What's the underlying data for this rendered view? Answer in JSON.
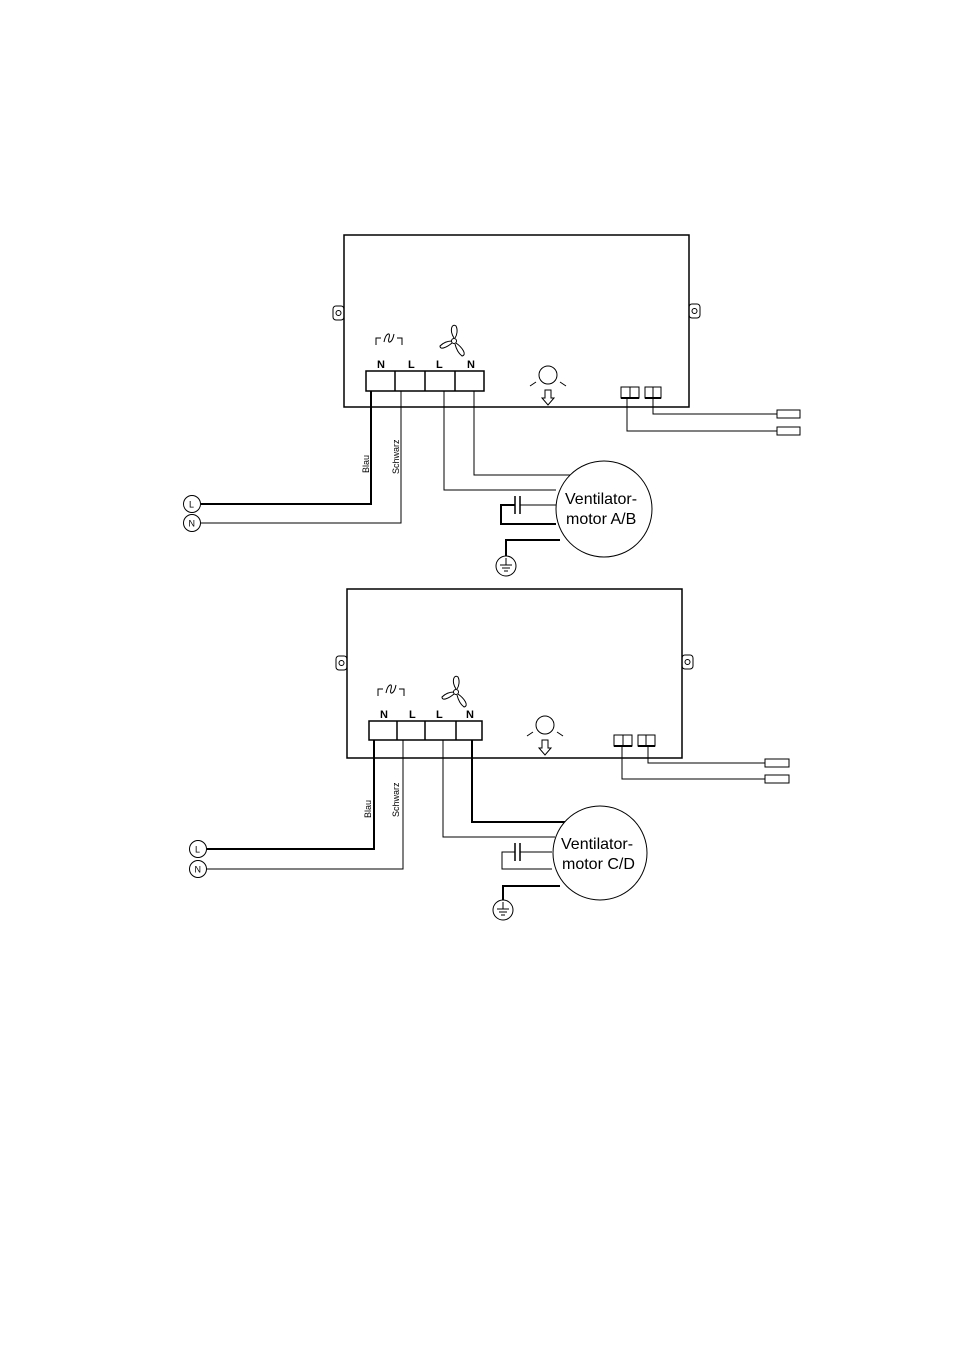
{
  "diagrams": [
    {
      "terminals": [
        "N",
        "L",
        "L",
        "N"
      ],
      "wire_blue": "Blau",
      "wire_black": "Schwarz",
      "supply_l": "L",
      "supply_n": "N",
      "motor_line1": "Ventilator-",
      "motor_line2": "motor A/B"
    },
    {
      "terminals": [
        "N",
        "L",
        "L",
        "N"
      ],
      "wire_blue": "Blau",
      "wire_black": "Schwarz",
      "supply_l": "L",
      "supply_n": "N",
      "motor_line1": "Ventilator-",
      "motor_line2": "motor C/D"
    }
  ]
}
